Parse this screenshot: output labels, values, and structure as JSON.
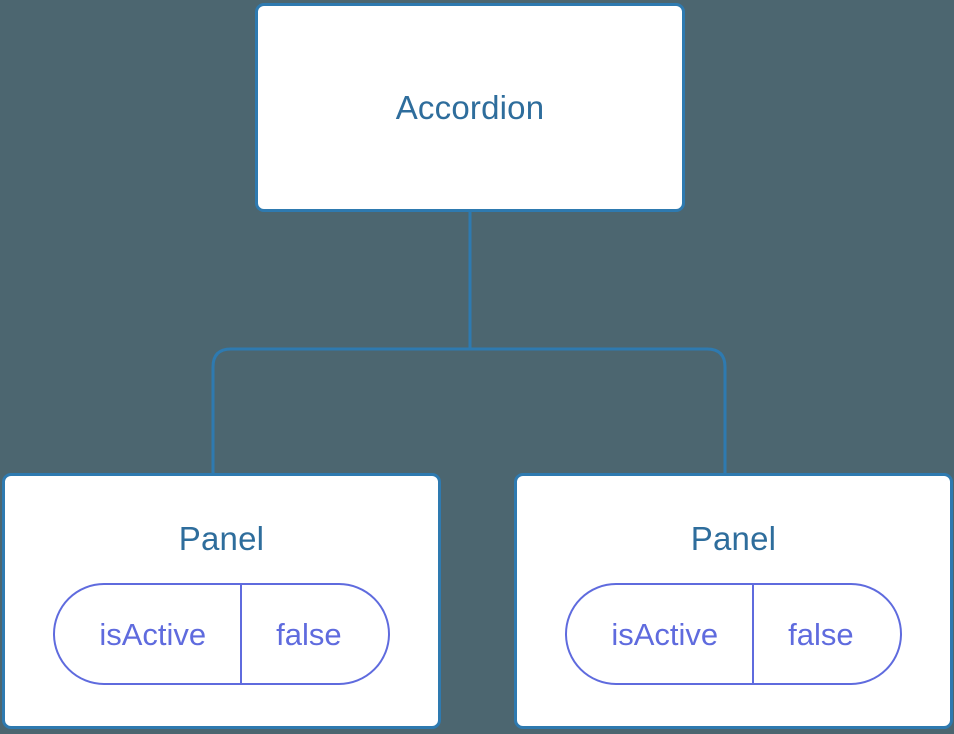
{
  "diagram": {
    "type": "component-tree",
    "background_color": "#4c6670",
    "node_border_color": "#2e7ab0",
    "node_fill_color": "#ffffff",
    "title_color": "#2e6d9c",
    "prop_color": "#5f6bde",
    "connector_color": "#2e7ab0"
  },
  "root": {
    "label": "Accordion"
  },
  "children": [
    {
      "label": "Panel",
      "props": [
        {
          "key": "isActive",
          "value": "false"
        }
      ]
    },
    {
      "label": "Panel",
      "props": [
        {
          "key": "isActive",
          "value": "false"
        }
      ]
    }
  ]
}
